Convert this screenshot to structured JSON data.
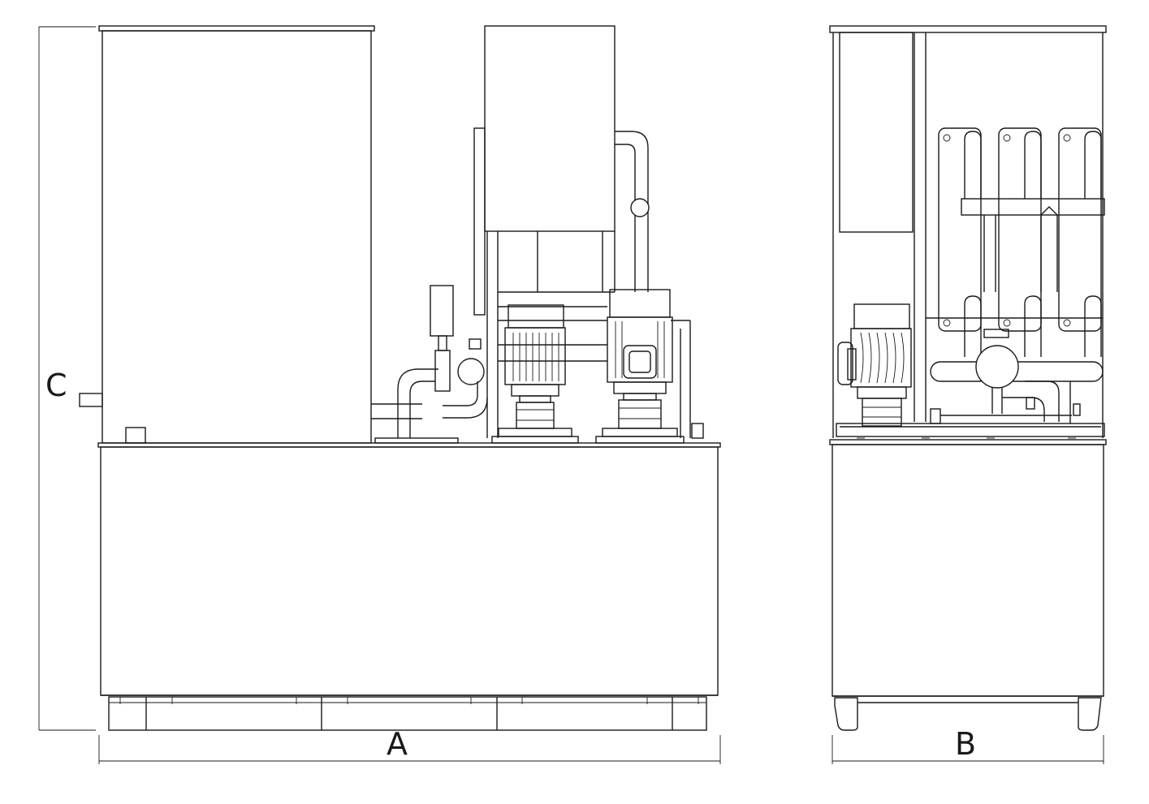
{
  "dimensions": {
    "width_label": "A",
    "depth_label": "B",
    "height_label": "C"
  },
  "colors": {
    "line": "#1a1a1a",
    "background": "#ffffff"
  }
}
